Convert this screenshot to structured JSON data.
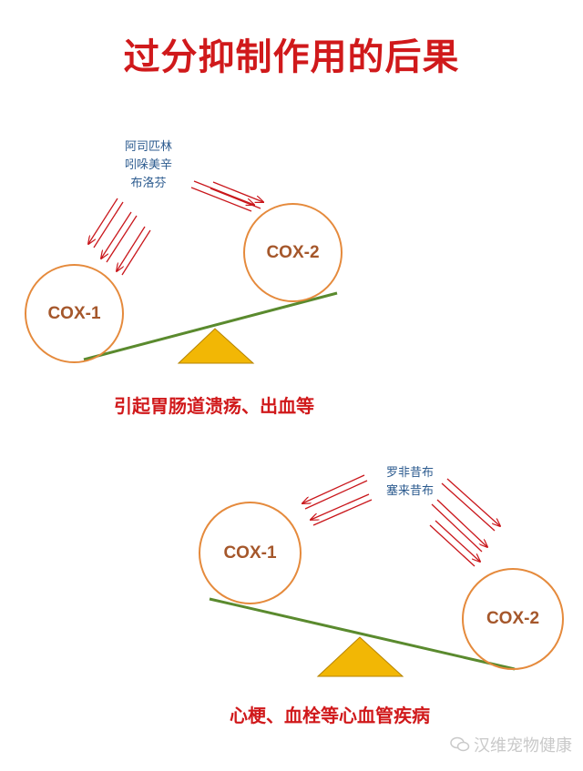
{
  "title": "过分抑制作用的后果",
  "scenario1": {
    "drugs": [
      "阿司匹林",
      "吲哚美辛",
      "布洛芬"
    ],
    "cox1": "COX-1",
    "cox2": "COX-2",
    "consequence": "引起胃肠道溃疡、出血等"
  },
  "scenario2": {
    "drugs": [
      "罗非昔布",
      "塞来昔布"
    ],
    "cox1": "COX-1",
    "cox2": "COX-2",
    "consequence": "心梗、血栓等心血管疾病"
  },
  "watermark": "汉维宠物健康",
  "colors": {
    "title": "#d0191b",
    "drug_text": "#2c5b8f",
    "circle_border": "#e58a3c",
    "circle_text": "#a5572b",
    "lever": "#5a8a2e",
    "fulcrum": "#f2b705",
    "arrow": "#c9161b"
  }
}
